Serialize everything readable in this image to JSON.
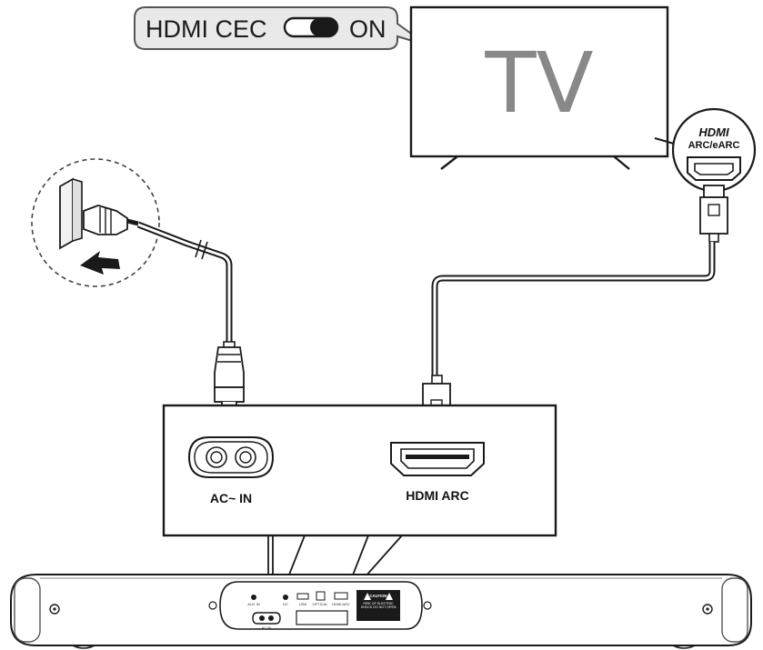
{
  "callout": {
    "hdmi_cec_label": "HDMI CEC",
    "state_label": "ON"
  },
  "tv": {
    "label": "TV"
  },
  "tv_port": {
    "logo": "HDMI",
    "label": "ARC/eARC"
  },
  "soundbar_zoom": {
    "ac_in_label": "AC~ IN",
    "hdmi_arc_label": "HDMI ARC"
  },
  "soundbar_panel": {
    "aux_label": "AUX IN",
    "dc_label": "DC",
    "usb_label": "USB",
    "optical_label": "OPTICAL",
    "hdmi_label": "HDMI ARC",
    "ac_label": "AC IN",
    "caution_title": "CAUTION",
    "caution_sub": "RISK OF ELECTRIC SHOCK DO NOT OPEN"
  }
}
